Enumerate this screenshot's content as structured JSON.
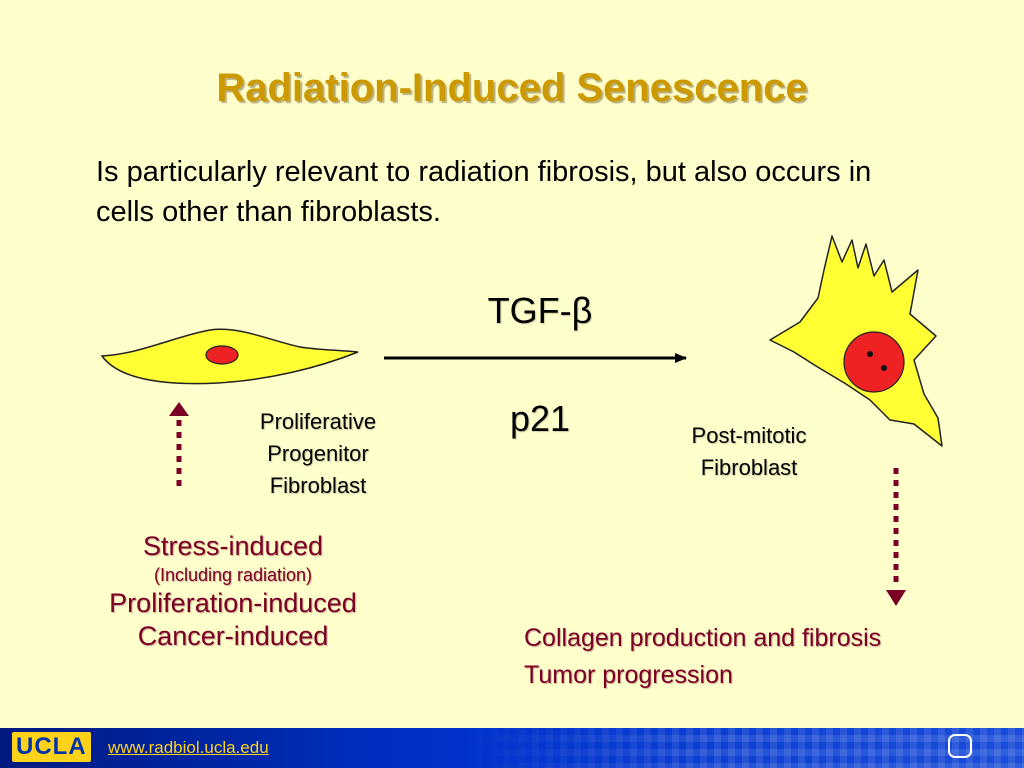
{
  "slide": {
    "title": "Radiation-Induced Senescence",
    "intro": "Is particularly relevant to radiation fibrosis, but also occurs in cells other than fibroblasts."
  },
  "diagram": {
    "arrow_top_label": "TGF-β",
    "arrow_bottom_label": "p21",
    "progenitor_label": [
      "Proliferative",
      "Progenitor",
      "Fibroblast"
    ],
    "postmitotic_label": [
      "Post-mitotic",
      "Fibroblast"
    ],
    "causes": {
      "line1": "Stress-induced",
      "note": "(Including radiation)",
      "line2": "Proliferation-induced",
      "line3": "Cancer-induced"
    },
    "outcomes": [
      "Collagen production and fibrosis",
      "Tumor progression"
    ]
  },
  "footer": {
    "logo_text": "UCLA",
    "url": "www.radbiol.ucla.edu"
  },
  "colors": {
    "background": "#ffffcc",
    "title": "#cc9900",
    "cell_fill": "#ffff33",
    "nucleus": "#ee2222",
    "dotted_arrow": "#7a0026",
    "footer": "#0033cc",
    "footer_text": "#ffd21a"
  },
  "icons": [
    "progenitor-cell-icon",
    "postmitotic-cell-icon",
    "dotted-up-arrow-icon",
    "dotted-down-arrow-icon",
    "rounded-square-icon"
  ]
}
